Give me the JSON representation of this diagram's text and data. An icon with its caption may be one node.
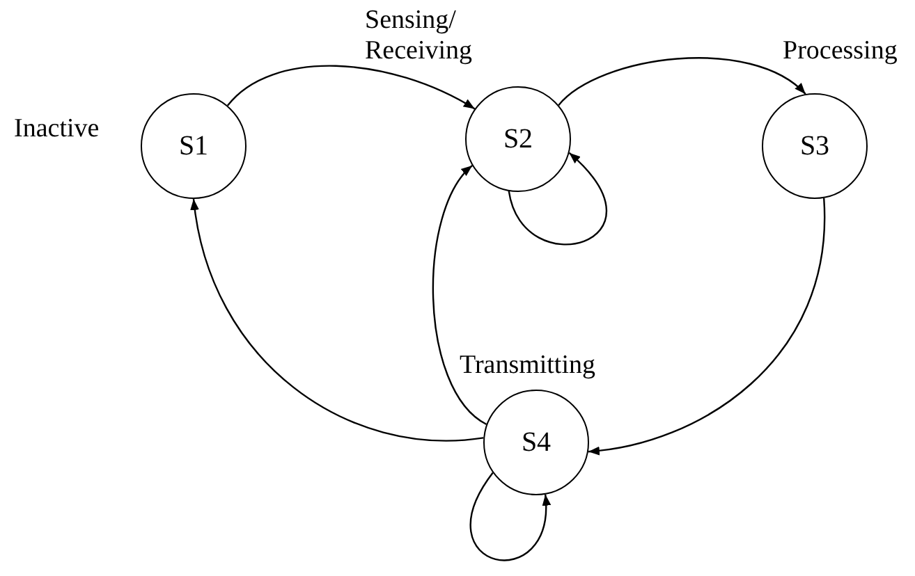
{
  "diagram": {
    "nodes": [
      {
        "text": [
          "S1"
        ],
        "beside": [
          "Inactive"
        ]
      },
      {
        "text": [
          "S2"
        ],
        "beside": [
          "Sensing/ Receiving"
        ]
      },
      {
        "text": [
          "S3"
        ],
        "beside": [
          "Processing"
        ]
      },
      {
        "text": [
          "S4"
        ],
        "beside": [
          "Transmitting"
        ]
      }
    ],
    "edges": [
      {
        "from": 0,
        "to": 1,
        "arrow": "to"
      },
      {
        "from": 1,
        "to": 2,
        "arrow": "to"
      },
      {
        "from": 1,
        "to": 1,
        "arrow": "to"
      },
      {
        "from": 2,
        "to": 3,
        "arrow": "to"
      },
      {
        "from": 3,
        "to": 1,
        "arrow": "to"
      },
      {
        "from": 3,
        "to": 0,
        "arrow": "to"
      },
      {
        "from": 3,
        "to": 3,
        "arrow": "to"
      }
    ]
  }
}
